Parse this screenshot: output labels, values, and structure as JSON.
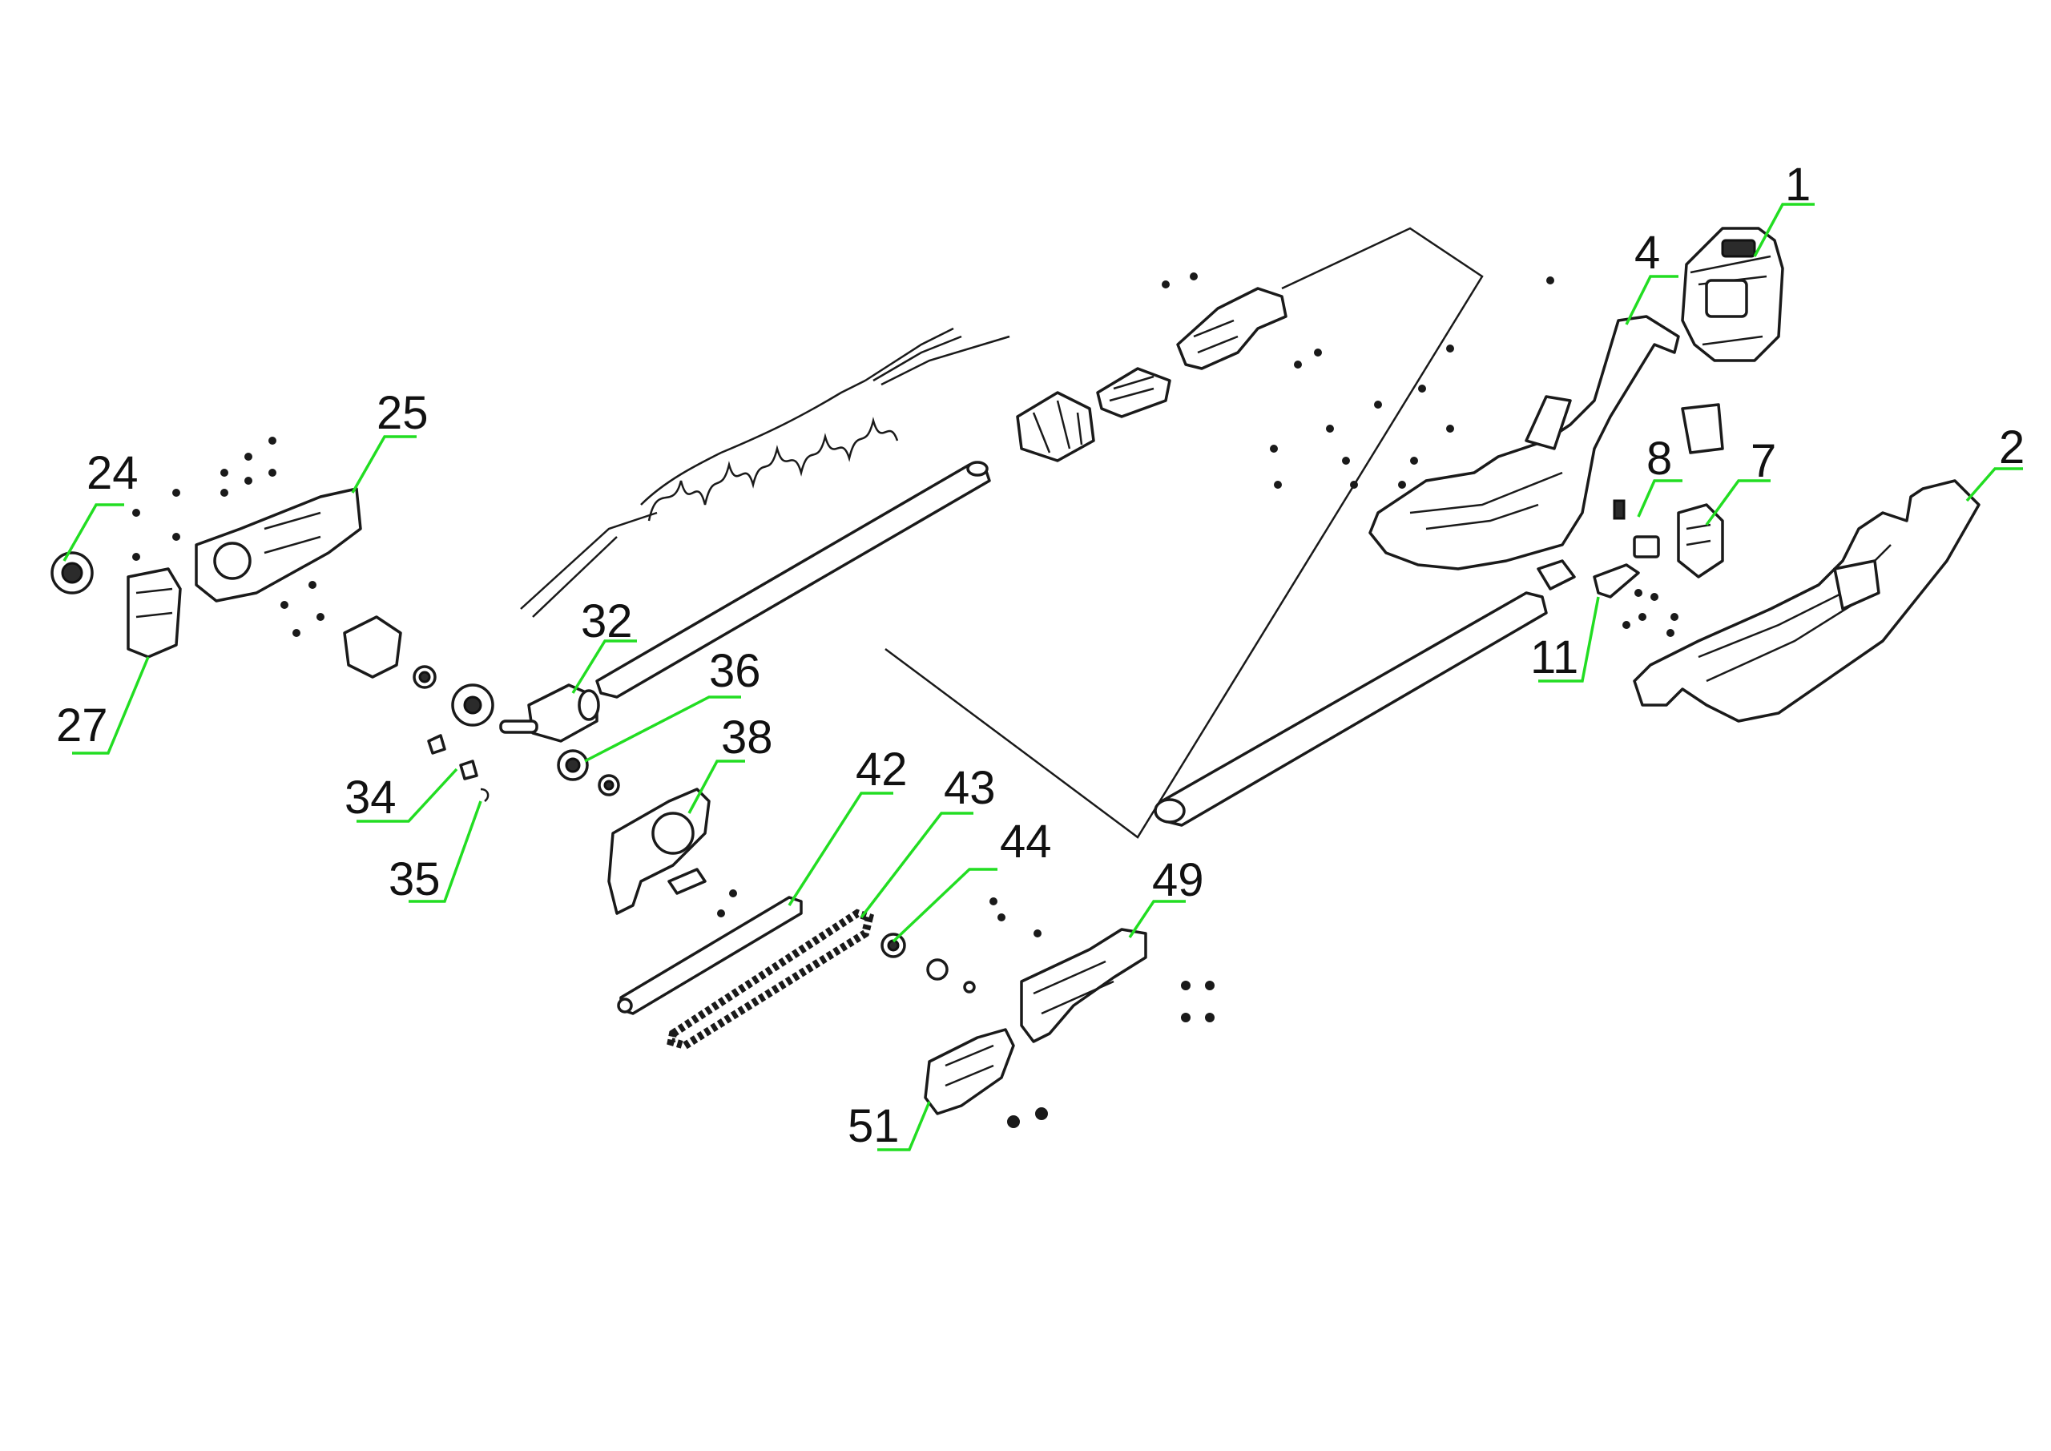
{
  "diagram": {
    "type": "exploded-parts-diagram",
    "leader_color": "#22dd22",
    "callouts": [
      {
        "label": "1"
      },
      {
        "label": "2"
      },
      {
        "label": "4"
      },
      {
        "label": "7"
      },
      {
        "label": "8"
      },
      {
        "label": "11"
      },
      {
        "label": "24"
      },
      {
        "label": "25"
      },
      {
        "label": "27"
      },
      {
        "label": "32"
      },
      {
        "label": "34"
      },
      {
        "label": "35"
      },
      {
        "label": "36"
      },
      {
        "label": "38"
      },
      {
        "label": "42"
      },
      {
        "label": "43"
      },
      {
        "label": "44"
      },
      {
        "label": "49"
      },
      {
        "label": "51"
      }
    ]
  }
}
